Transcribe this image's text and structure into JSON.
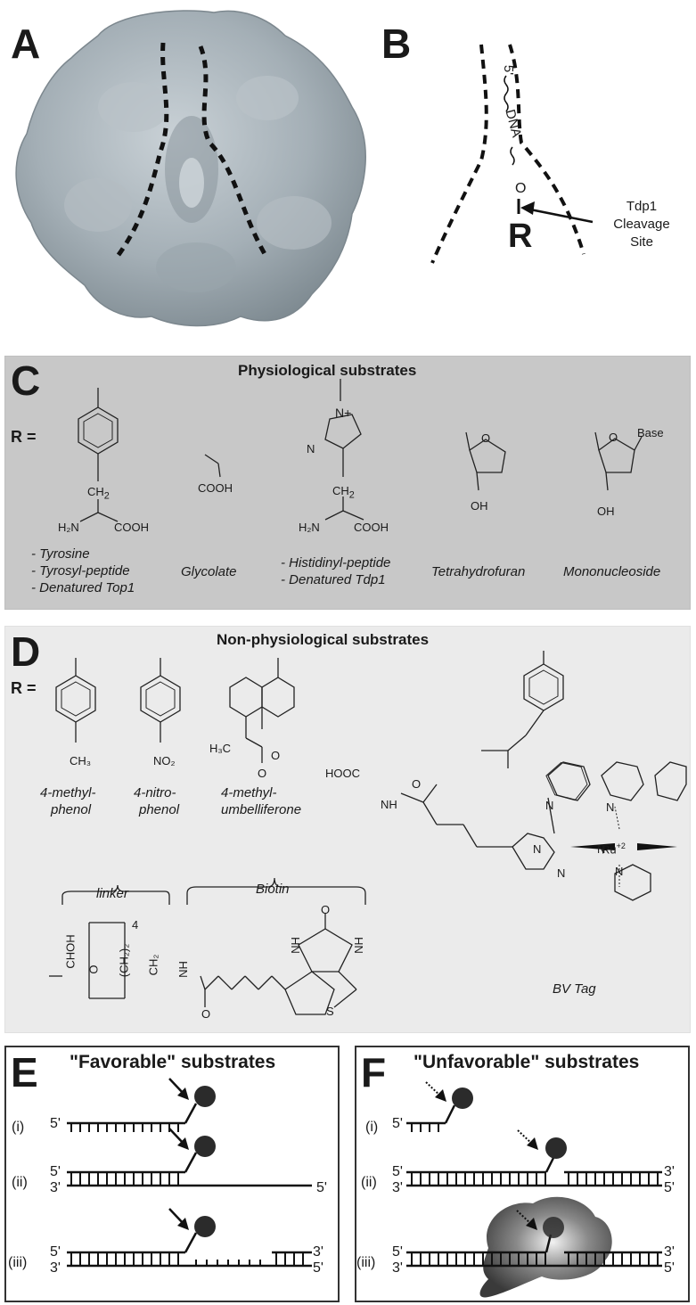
{
  "panelA": {
    "letter": "A"
  },
  "panelB": {
    "letter": "B",
    "five_prime": "5'",
    "dna": "DNA",
    "oxygen": "O",
    "r": "R",
    "cleavage": [
      "Tdp1",
      "Cleavage",
      "Site"
    ]
  },
  "panelC": {
    "letter": "C",
    "title": "Physiological substrates",
    "r_eq": "R =",
    "labels": {
      "ch2": "CH",
      "sub2": "2",
      "h2n": "H₂N",
      "cooh": "COOH",
      "oh": "OH",
      "o": "O",
      "n": "N",
      "nplus": "N+",
      "base": "Base"
    },
    "captions": {
      "tyrosine": [
        "- Tyrosine",
        "- Tyrosyl-peptide",
        "- Denatured Top1"
      ],
      "glycolate": "Glycolate",
      "histidinyl": [
        "- Histidinyl-peptide",
        "- Denatured Tdp1"
      ],
      "thf": "Tetrahydrofuran",
      "mononucleoside": "Mononucleoside"
    }
  },
  "panelD": {
    "letter": "D",
    "title": "Non-physiological substrates",
    "r_eq": "R =",
    "labels": {
      "ch3": "CH₃",
      "no2": "NO₂",
      "h3c": "H₃C",
      "o": "O",
      "hooc": "HOOC",
      "nh": "NH",
      "n": "N",
      "ru": "Ru",
      "ru_charge": "+2",
      "choh": "CHOH",
      "ch22": "(CH₂)₂",
      "ch2": "CH₂",
      "four": "4",
      "s": "S",
      "h": "H"
    },
    "captions": {
      "methylphenol": [
        "4-methyl-",
        "phenol"
      ],
      "nitrophenol": [
        "4-nitro-",
        "phenol"
      ],
      "umbelliferone": [
        "4-methyl-",
        "umbelliferone"
      ],
      "linker": "linker",
      "biotin": "Biotin",
      "bvtag": "BV Tag"
    }
  },
  "panelE": {
    "letter": "E",
    "title": "\"Favorable\" substrates",
    "rows": [
      "(i)",
      "(ii)",
      "(iii)"
    ],
    "five": "5'",
    "three": "3'"
  },
  "panelF": {
    "letter": "F",
    "title": "\"Unfavorable\" substrates",
    "rows": [
      "(i)",
      "(ii)",
      "(iii)"
    ],
    "five": "5'",
    "three": "3'"
  },
  "colors": {
    "protein": "#a4afb6",
    "panelC_bg": "#c8c8c8",
    "panelD_bg": "#ebebeb",
    "ink": "#1a1a1a"
  }
}
